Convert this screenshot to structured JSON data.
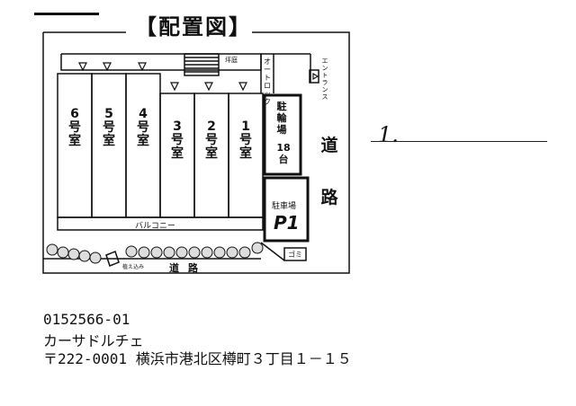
{
  "title": "【配置図】",
  "rooms": [
    {
      "label": "6号室"
    },
    {
      "label": "5号室"
    },
    {
      "label": "4号室"
    },
    {
      "label": "3号室"
    },
    {
      "label": "2号室"
    },
    {
      "label": "1号室"
    }
  ],
  "labels": {
    "path": "坪庭",
    "autolock": "オートロック",
    "entrance": "エントランス",
    "parking_bicycle": "駐輪場",
    "parking_bicycle_count": "18台",
    "parking_car": "駐車場",
    "parking_car_id": "P1",
    "balcony": "バルコニー",
    "garbage": "ゴミ",
    "small_label": "植え込み",
    "road_bottom": "道路",
    "road_side": "道路"
  },
  "note": "1.",
  "property": {
    "code": "0152566-01",
    "name": "カーサドルチェ",
    "address": "〒222-0001 横浜市港北区樽町３丁目１－１５"
  }
}
